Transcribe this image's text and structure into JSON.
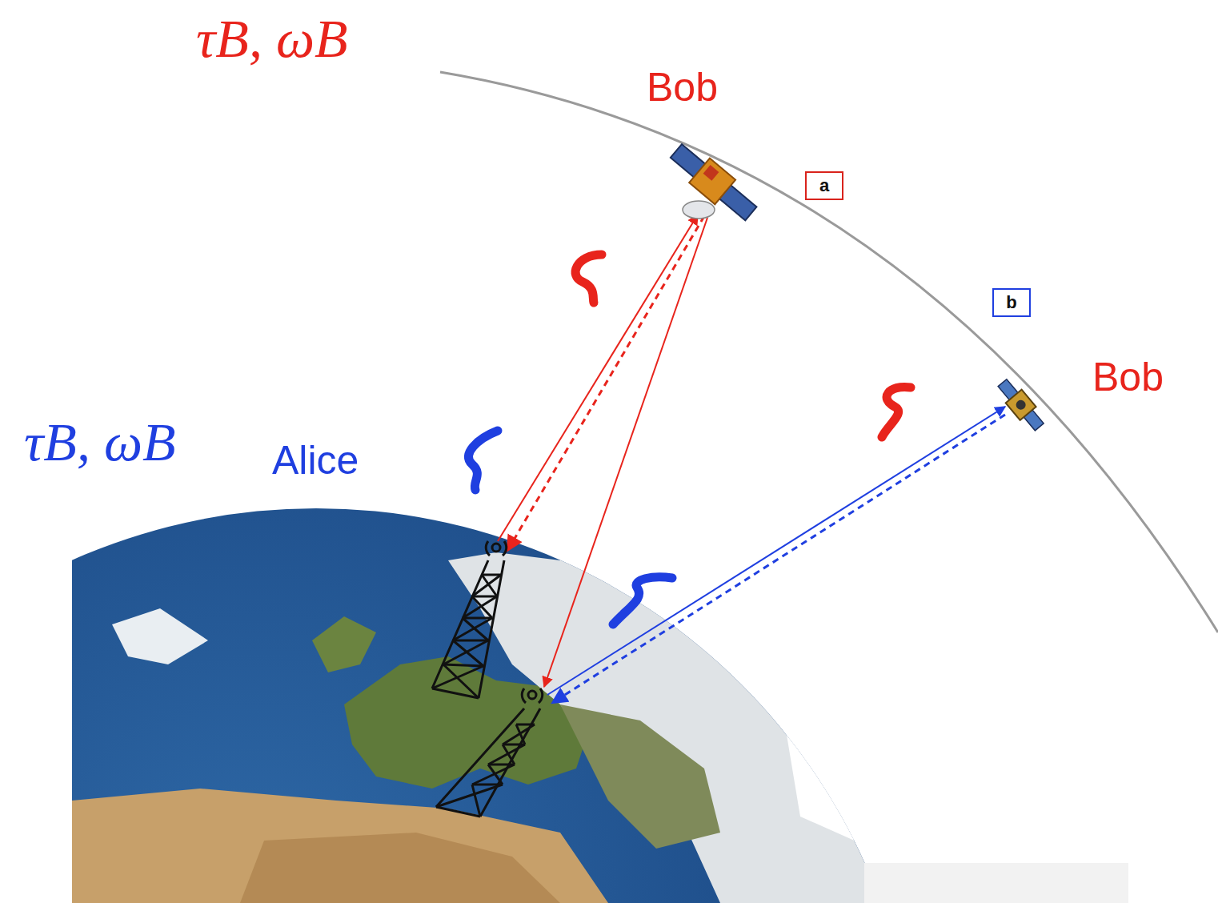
{
  "diagram": {
    "nodes": [
      {
        "text": [
          "a"
        ]
      },
      {
        "text": [
          "b"
        ]
      }
    ],
    "labels": [
      "τB, ωB",
      "Bob",
      "Bob",
      "τB, ωB",
      "Alice"
    ]
  }
}
